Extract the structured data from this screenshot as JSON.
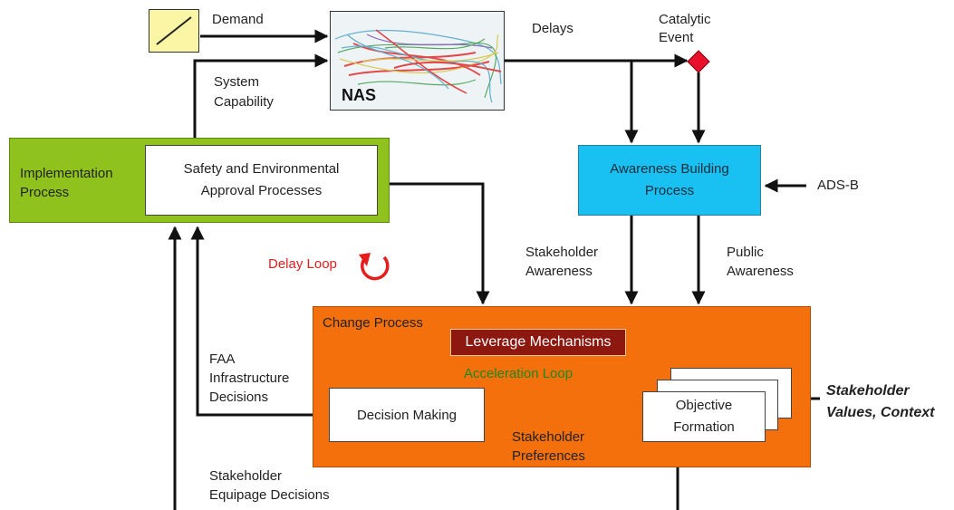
{
  "labels": {
    "demand": "Demand",
    "system_capability": "System\nCapability",
    "nas": "NAS",
    "delays": "Delays",
    "catalytic_event": "Catalytic\nEvent",
    "implementation_process": "Implementation Process",
    "safety_env": "Safety and Environmental Approval Processes",
    "awareness_building": "Awareness Building Process",
    "ads_b": "ADS-B",
    "stakeholder_awareness": "Stakeholder\nAwareness",
    "public_awareness": "Public\nAwareness",
    "delay_loop": "Delay Loop",
    "change_process": "Change Process",
    "leverage_mechanisms": "Leverage Mechanisms",
    "acceleration_loop": "Acceleration Loop",
    "faa_infrastructure": "FAA\nInfrastructure\nDecisions",
    "decision_making": "Decision Making",
    "objective_formation": "Objective Formation",
    "stakeholder_preferences": "Stakeholder\nPreferences",
    "stakeholder_values": "Stakeholder\nValues, Context",
    "stakeholder_equipage": "Stakeholder\nEquipage Decisions"
  },
  "colors": {
    "implementation": "#8fc21d",
    "awareness": "#19c1f2",
    "change": "#f4700d",
    "leverage": "#8c1810",
    "demand_source": "#fbf5a6",
    "delay_loop": "#e51d1d",
    "acceleration_loop": "#1b8a1b",
    "catalytic_marker": "#e8102a"
  }
}
